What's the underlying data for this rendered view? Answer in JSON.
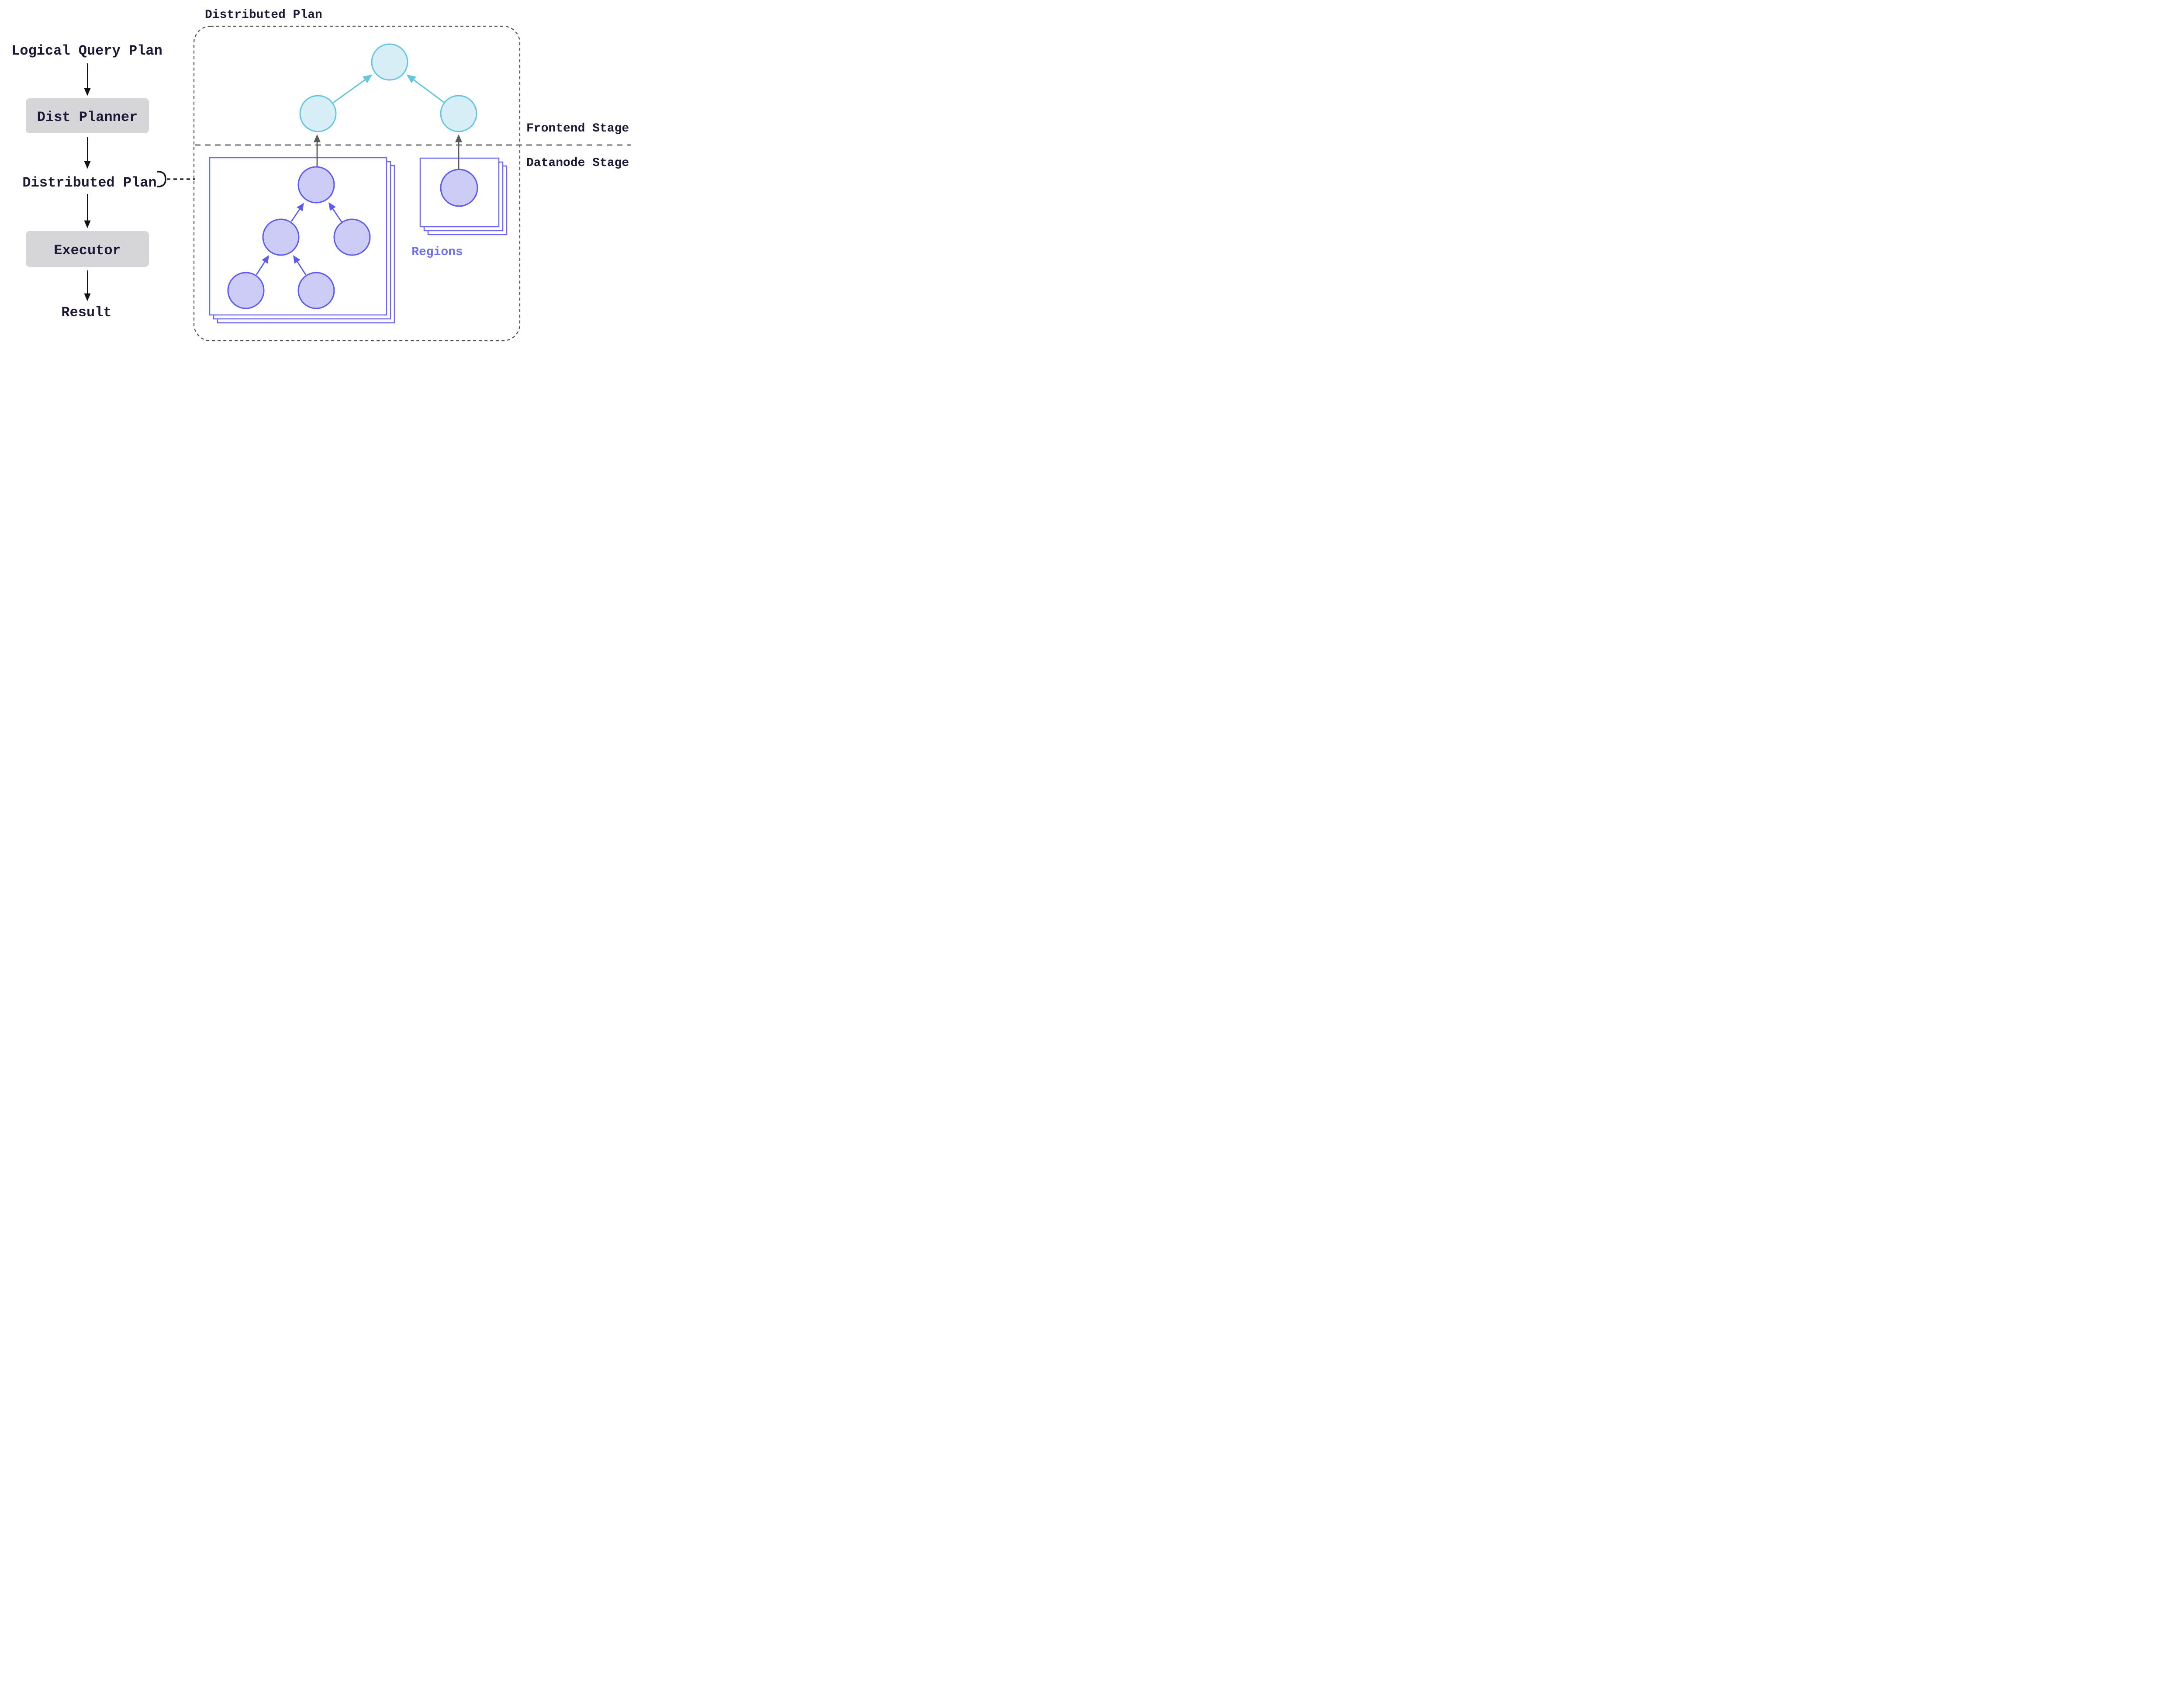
{
  "left_flow": {
    "logical_query_plan": "Logical Query Plan",
    "dist_planner": "Dist Planner",
    "distributed_plan": "Distributed Plan",
    "executor": "Executor",
    "result": "Result"
  },
  "panel": {
    "title": "Distributed Plan",
    "frontend_stage": "Frontend Stage",
    "datanode_stage": "Datanode Stage",
    "regions": "Regions"
  },
  "colors": {
    "text": "#1f1733",
    "node_box_fill": "#d6d6da",
    "cyan_fill": "#d7eef6",
    "cyan_stroke": "#65c7df",
    "purple_fill": "#cdccf7",
    "purple_stroke": "#5d5af0",
    "region_box_stroke": "#6b68f4",
    "regions_text": "#6f6ff0",
    "arrow_black": "#141414",
    "arrow_gray": "#5a5a5a",
    "dashed_border": "#4f4f4f",
    "divider": "#707070"
  }
}
